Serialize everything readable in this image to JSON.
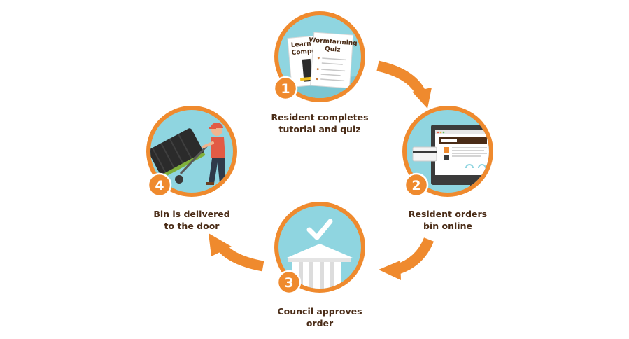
{
  "colors": {
    "orange": "#ef8a2e",
    "teal": "#8fd5e0",
    "text_brown": "#4a2c17"
  },
  "steps": [
    {
      "number": "1",
      "icon": "tutorial-quiz-icon",
      "label_lines": [
        "Resident completes",
        "tutorial and quiz"
      ],
      "paper_back_text": [
        "Learn t",
        "Compo"
      ],
      "paper_front_text": [
        "Wormfarming",
        "Quiz"
      ]
    },
    {
      "number": "2",
      "icon": "computer-monitor-icon",
      "label_lines": [
        "Resident orders",
        "bin online"
      ]
    },
    {
      "number": "3",
      "icon": "council-building-icon",
      "label_lines": [
        "Council approves",
        "order"
      ]
    },
    {
      "number": "4",
      "icon": "delivery-person-icon",
      "label_lines": [
        "Bin is delivered",
        "to the door"
      ]
    }
  ]
}
